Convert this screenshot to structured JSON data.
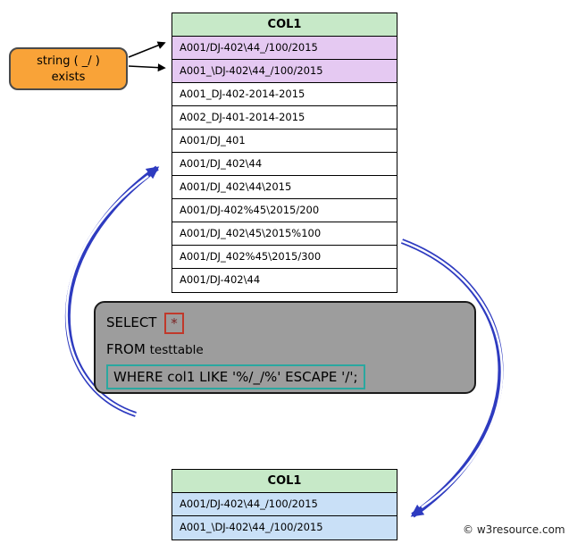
{
  "callout": {
    "line1": "string ( _/ )",
    "line2": "exists"
  },
  "top_table": {
    "header": "COL1",
    "rows": [
      "A001/DJ-402\\44_/100/2015",
      "A001_\\DJ-402\\44_/100/2015",
      "A001_DJ-402-2014-2015",
      "A002_DJ-401-2014-2015",
      "A001/DJ_401",
      "A001/DJ_402\\44",
      "A001/DJ_402\\44\\2015",
      "A001/DJ-402%45\\2015/200",
      "A001/DJ_402\\45\\2015%100",
      "A001/DJ_402%45\\2015/300",
      "A001/DJ-402\\44"
    ]
  },
  "query": {
    "select": "SELECT",
    "star": "*",
    "from": "FROM",
    "table": "testtable",
    "where": "WHERE col1 LIKE '%/_/%' ESCAPE '/';"
  },
  "result_table": {
    "header": "COL1",
    "rows": [
      "A001/DJ-402\\44_/100/2015",
      "A001_\\DJ-402\\44_/100/2015"
    ]
  },
  "footer": {
    "copyright": "© w3resource.com"
  },
  "colors": {
    "header_green": "#c7e9c8",
    "highlight_purple": "#e5c9f2",
    "highlight_blue": "#c9e0f7",
    "callout_orange": "#f9a338",
    "query_gray": "#9d9d9d",
    "arrow_blue": "#2e3bc0",
    "star_box_red": "#c0392b",
    "where_box_teal": "#2aa8a0"
  }
}
